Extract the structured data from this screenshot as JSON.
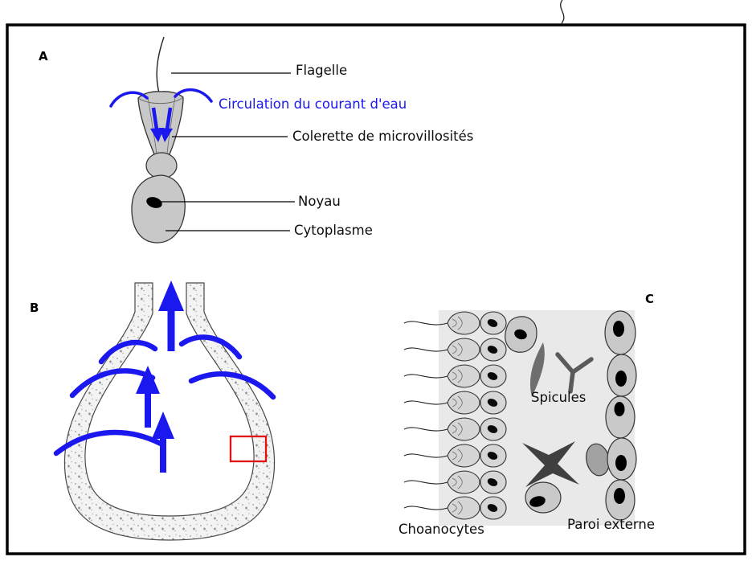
{
  "figure": {
    "panel_a": {
      "letter": "A",
      "labels": {
        "flagelle": "Flagelle",
        "circulation": "Circulation du courant d'eau",
        "colerette": "Colerette de microvillosités",
        "noyau": "Noyau",
        "cytoplasme": "Cytoplasme"
      }
    },
    "panel_b": {
      "letter": "B"
    },
    "panel_c": {
      "letter": "C",
      "labels": {
        "spicules": "Spicules",
        "choanocytes": "Choanocytes",
        "paroi_externe": "Paroi externe"
      }
    }
  },
  "colors": {
    "water_flow": "#1a18ee",
    "highlight_box": "#e11111",
    "cell_gray": "#c9c9c9",
    "panel_c_bg": "#e9e9e9"
  }
}
